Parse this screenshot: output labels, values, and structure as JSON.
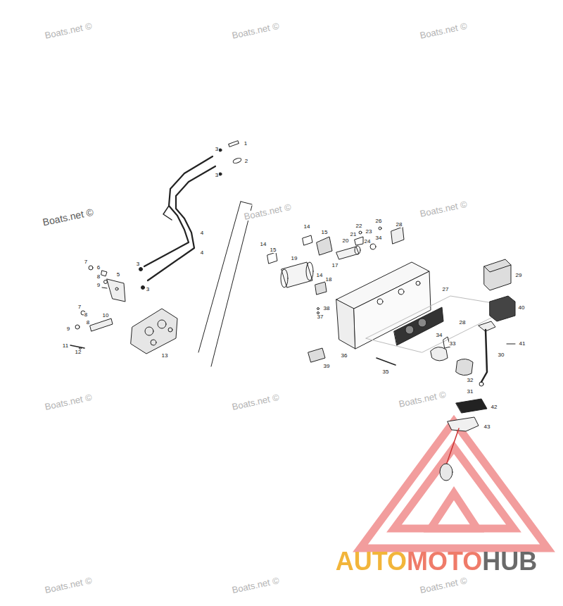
{
  "diagram": {
    "labels": [
      "3",
      "1",
      "2",
      "3",
      "4",
      "4",
      "3",
      "3",
      "7",
      "6",
      "5",
      "8",
      "9",
      "7",
      "8",
      "10",
      "8",
      "9",
      "11",
      "12",
      "13",
      "14",
      "15",
      "22",
      "21",
      "23",
      "26",
      "28",
      "24",
      "34",
      "14",
      "15",
      "20",
      "19",
      "17",
      "14",
      "18",
      "38",
      "37",
      "27",
      "29",
      "40",
      "28",
      "34",
      "33",
      "36",
      "30",
      "41",
      "39",
      "35",
      "32",
      "31",
      "42",
      "43",
      "Boats.net ©",
      "Boats.net ©",
      "Boats.net ©",
      "Boats.net ©",
      "Boats.net ©",
      "Boats.net ©",
      "Boats.net ©",
      "Boats.net ©",
      "Boats.net ©",
      "Boats.net ©",
      "Boats.net ©",
      "Boats.net ©",
      "AUTOMOTOHUB"
    ]
  }
}
